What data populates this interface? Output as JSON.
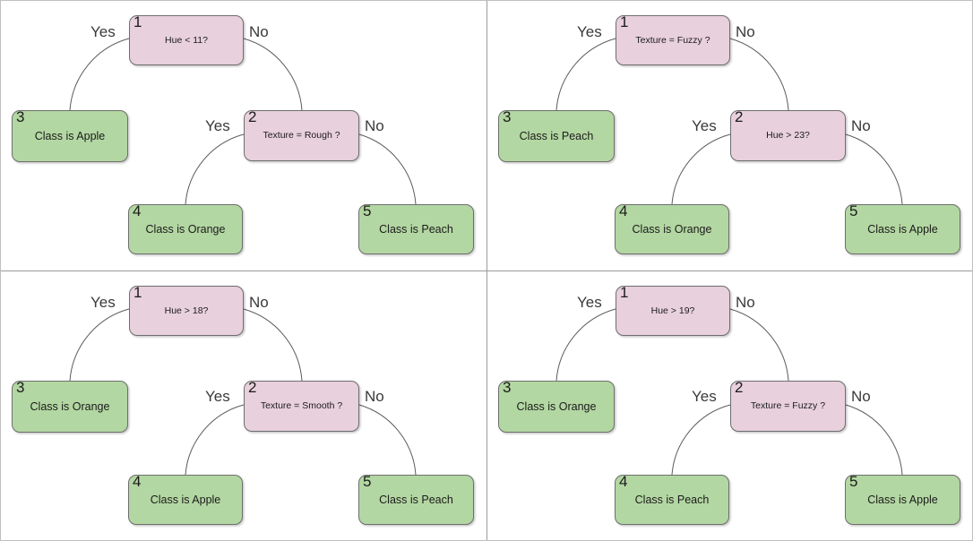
{
  "figure": {
    "layout": "2x2-grid",
    "panel_count": 4,
    "colors": {
      "decision_fill": "#e8d0dc",
      "leaf_fill": "#b3d7a2",
      "node_border": "#6e6e6e",
      "edge_stroke": "#5b5b5b",
      "panel_divider": "#9a9a9a",
      "background": "#ffffff",
      "text": "#1b1b1b",
      "edge_label_text": "#3a3a3a"
    }
  },
  "chart_data": {
    "type": "diagram",
    "subtype": "decision-tree-grid",
    "title": "",
    "panels": [
      {
        "position": "top-left",
        "nodes": [
          {
            "id": "1",
            "kind": "decision",
            "label": "Hue < 11?"
          },
          {
            "id": "2",
            "kind": "decision",
            "label": "Texture = Rough ?"
          },
          {
            "id": "3",
            "kind": "leaf",
            "label": "Class is Apple"
          },
          {
            "id": "4",
            "kind": "leaf",
            "label": "Class is Orange"
          },
          {
            "id": "5",
            "kind": "leaf",
            "label": "Class is Peach"
          }
        ],
        "edges": [
          {
            "from": "1",
            "to": "3",
            "label": "Yes"
          },
          {
            "from": "1",
            "to": "2",
            "label": "No"
          },
          {
            "from": "2",
            "to": "4",
            "label": "Yes"
          },
          {
            "from": "2",
            "to": "5",
            "label": "No"
          }
        ]
      },
      {
        "position": "top-right",
        "nodes": [
          {
            "id": "1",
            "kind": "decision",
            "label": "Texture = Fuzzy ?"
          },
          {
            "id": "2",
            "kind": "decision",
            "label": "Hue > 23?"
          },
          {
            "id": "3",
            "kind": "leaf",
            "label": "Class is Peach"
          },
          {
            "id": "4",
            "kind": "leaf",
            "label": "Class is Orange"
          },
          {
            "id": "5",
            "kind": "leaf",
            "label": "Class is Apple"
          }
        ],
        "edges": [
          {
            "from": "1",
            "to": "3",
            "label": "Yes"
          },
          {
            "from": "1",
            "to": "2",
            "label": "No"
          },
          {
            "from": "2",
            "to": "4",
            "label": "Yes"
          },
          {
            "from": "2",
            "to": "5",
            "label": "No"
          }
        ]
      },
      {
        "position": "bottom-left",
        "nodes": [
          {
            "id": "1",
            "kind": "decision",
            "label": "Hue > 18?"
          },
          {
            "id": "2",
            "kind": "decision",
            "label": "Texture = Smooth ?"
          },
          {
            "id": "3",
            "kind": "leaf",
            "label": "Class is Orange"
          },
          {
            "id": "4",
            "kind": "leaf",
            "label": "Class is Apple"
          },
          {
            "id": "5",
            "kind": "leaf",
            "label": "Class is Peach"
          }
        ],
        "edges": [
          {
            "from": "1",
            "to": "3",
            "label": "Yes"
          },
          {
            "from": "1",
            "to": "2",
            "label": "No"
          },
          {
            "from": "2",
            "to": "4",
            "label": "Yes"
          },
          {
            "from": "2",
            "to": "5",
            "label": "No"
          }
        ]
      },
      {
        "position": "bottom-right",
        "nodes": [
          {
            "id": "1",
            "kind": "decision",
            "label": "Hue > 19?"
          },
          {
            "id": "2",
            "kind": "decision",
            "label": "Texture = Fuzzy ?"
          },
          {
            "id": "3",
            "kind": "leaf",
            "label": "Class is Orange"
          },
          {
            "id": "4",
            "kind": "leaf",
            "label": "Class is Peach"
          },
          {
            "id": "5",
            "kind": "leaf",
            "label": "Class is Apple"
          }
        ],
        "edges": [
          {
            "from": "1",
            "to": "3",
            "label": "Yes"
          },
          {
            "from": "1",
            "to": "2",
            "label": "No"
          },
          {
            "from": "2",
            "to": "4",
            "label": "Yes"
          },
          {
            "from": "2",
            "to": "5",
            "label": "No"
          }
        ]
      }
    ]
  }
}
